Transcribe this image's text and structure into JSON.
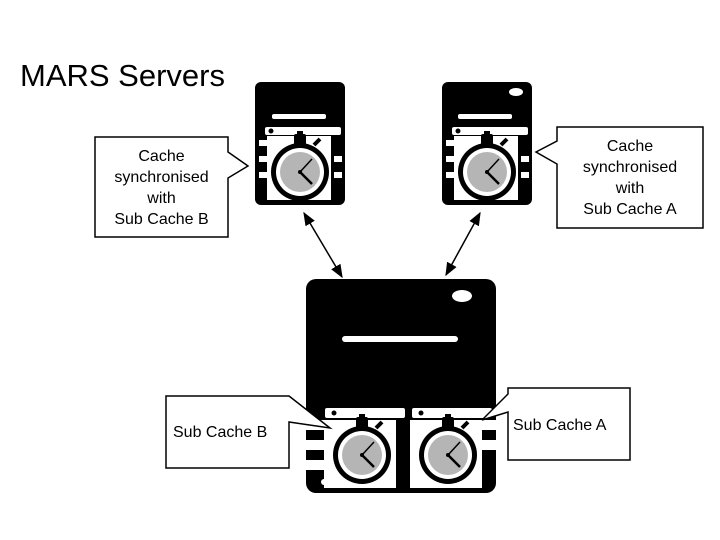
{
  "title": "MARS Servers",
  "callout_left": {
    "lines": [
      "Cache",
      "synchronised",
      "with",
      "Sub Cache B"
    ]
  },
  "callout_right": {
    "lines": [
      "Cache",
      "synchronised",
      "with",
      "Sub Cache A"
    ]
  },
  "sub_cache_b_label": "Sub Cache B",
  "sub_cache_a_label": "Sub Cache A",
  "colors": {
    "ink": "#000000",
    "paper": "#ffffff",
    "dial": "#b5b5b5"
  },
  "icons": [
    "server-icon",
    "stopwatch-icon",
    "double-arrow-icon"
  ]
}
